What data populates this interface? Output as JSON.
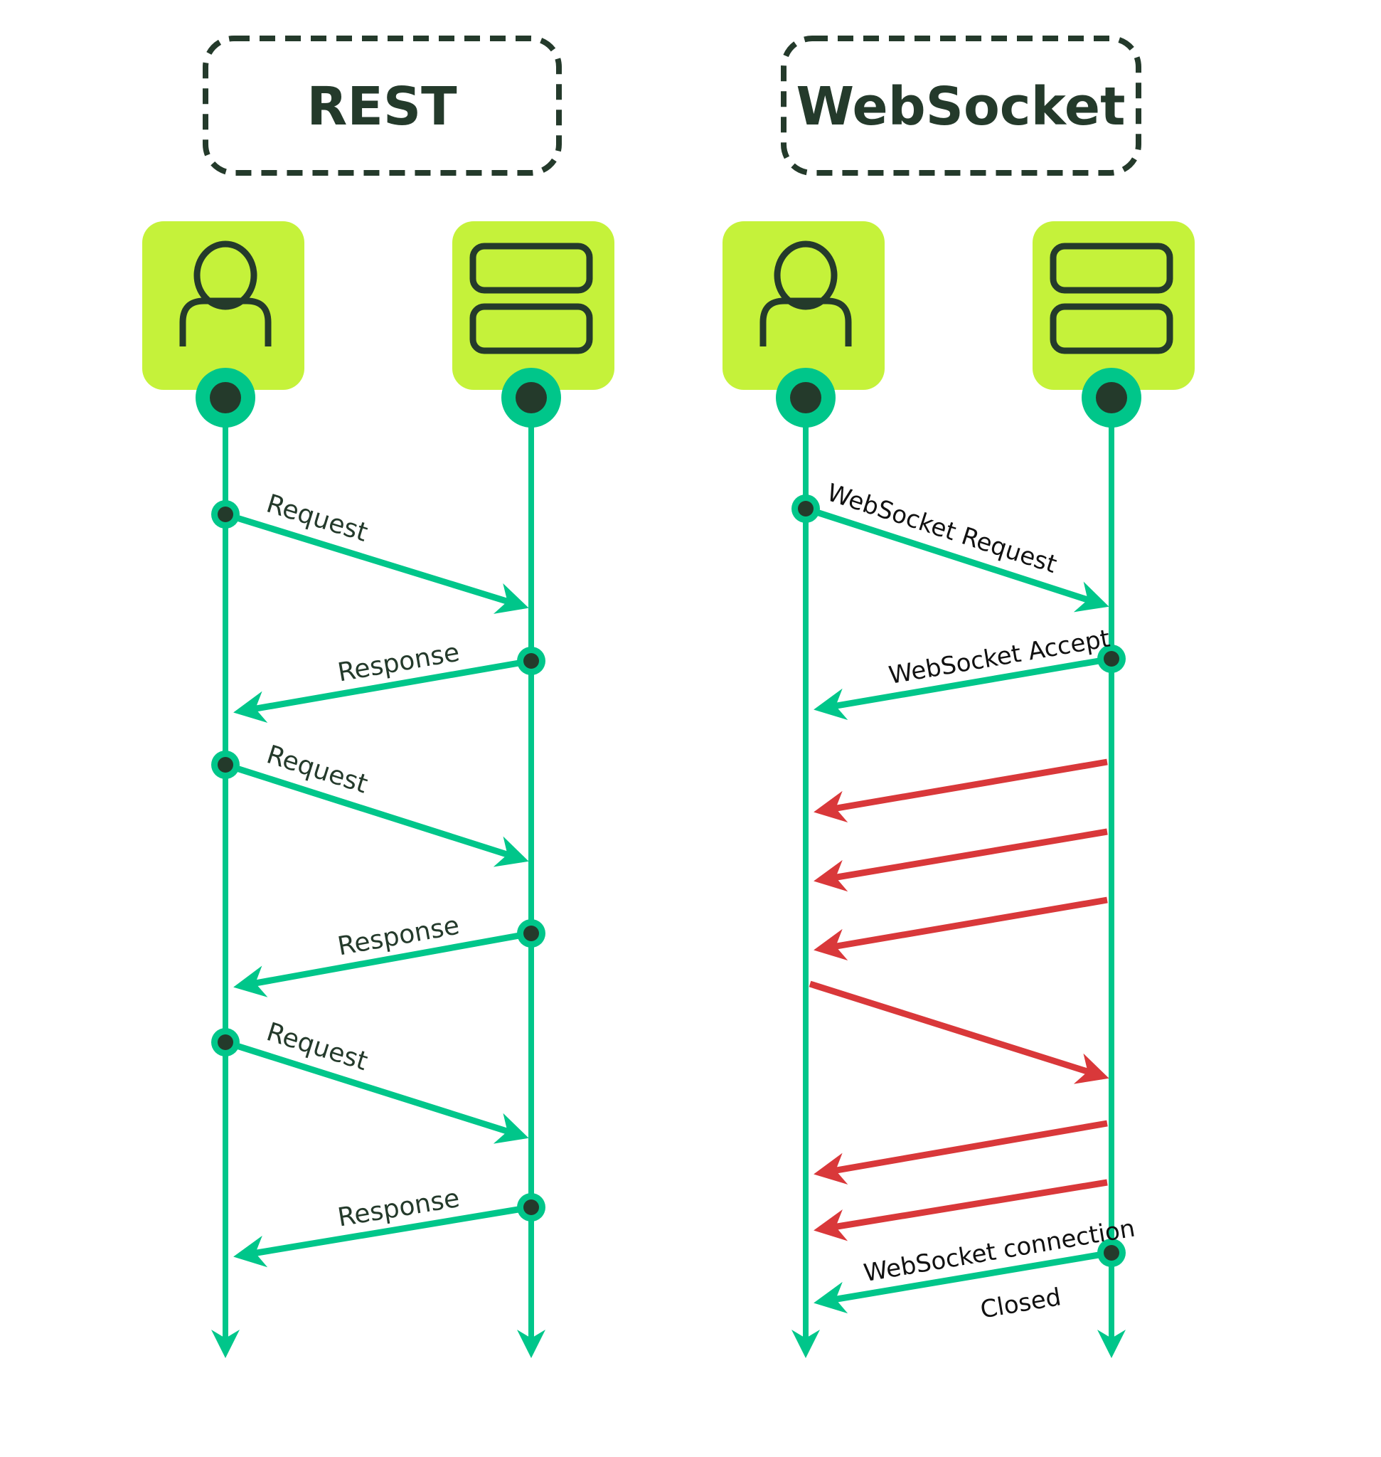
{
  "colors": {
    "lifeline": "#00c68a",
    "actor_bg": "#c5f23a",
    "ink": "#243a2b",
    "data_frame": "#d9383a"
  },
  "panels": [
    {
      "title": "REST",
      "actors": [
        {
          "role": "client",
          "icon": "user-icon"
        },
        {
          "role": "server",
          "icon": "server-icon"
        }
      ],
      "messages": [
        {
          "label": "Request",
          "direction": "client-to-server",
          "color": "lifeline"
        },
        {
          "label": "Response",
          "direction": "server-to-client",
          "color": "lifeline"
        },
        {
          "label": "Request",
          "direction": "client-to-server",
          "color": "lifeline"
        },
        {
          "label": "Response",
          "direction": "server-to-client",
          "color": "lifeline"
        },
        {
          "label": "Request",
          "direction": "client-to-server",
          "color": "lifeline"
        },
        {
          "label": "Response",
          "direction": "server-to-client",
          "color": "lifeline"
        }
      ]
    },
    {
      "title": "WebSocket",
      "actors": [
        {
          "role": "client",
          "icon": "user-icon"
        },
        {
          "role": "server",
          "icon": "server-icon"
        }
      ],
      "messages": [
        {
          "label": "WebSocket Request",
          "direction": "client-to-server",
          "color": "lifeline"
        },
        {
          "label": "WebSocket Accept",
          "direction": "server-to-client",
          "color": "lifeline"
        },
        {
          "label": "",
          "direction": "server-to-client",
          "color": "data_frame"
        },
        {
          "label": "",
          "direction": "server-to-client",
          "color": "data_frame"
        },
        {
          "label": "",
          "direction": "server-to-client",
          "color": "data_frame"
        },
        {
          "label": "",
          "direction": "client-to-server",
          "color": "data_frame"
        },
        {
          "label": "",
          "direction": "server-to-client",
          "color": "data_frame"
        },
        {
          "label": "",
          "direction": "server-to-client",
          "color": "data_frame"
        },
        {
          "label": "WebSocket connection",
          "label2": "Closed",
          "direction": "server-to-client",
          "color": "lifeline"
        }
      ]
    }
  ]
}
